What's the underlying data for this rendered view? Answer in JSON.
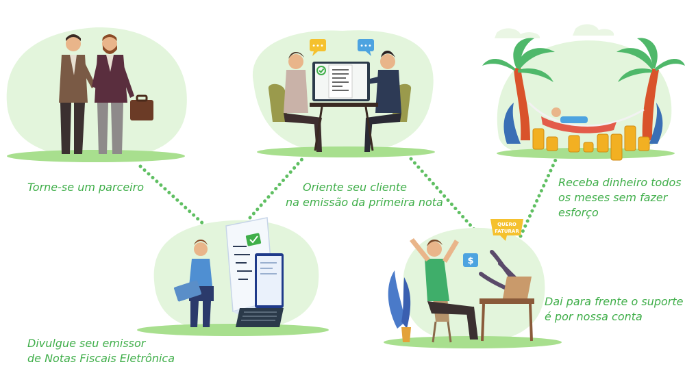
{
  "steps": [
    {
      "line1": "Torne-se um parceiro",
      "line2": "",
      "line3": ""
    },
    {
      "line1": "Oriente seu cliente",
      "line2": "na emissão da primeira nota",
      "line3": ""
    },
    {
      "line1": "Receba dinheiro todos",
      "line2": "os meses sem fazer",
      "line3": "esforço"
    },
    {
      "line1": "Divulgue seu emissor",
      "line2": "de Notas Fiscais Eletrônica",
      "line3": ""
    },
    {
      "line1": "Dai para frente o suporte",
      "line2": "é por nossa conta",
      "line3": ""
    }
  ],
  "badge": {
    "line1": "QUERO",
    "line2": "FATURAR"
  },
  "colors": {
    "accent": "#3fae49",
    "blob": "#e3f5dc",
    "ground": "#a8df8e",
    "dots": "#5fbf62",
    "coin": "#f2b022",
    "badge": "#f5c12e"
  }
}
